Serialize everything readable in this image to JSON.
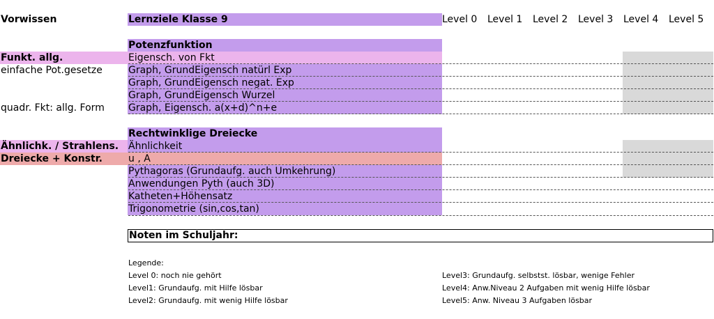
{
  "header": {
    "vorwissen": "Vorwissen",
    "lernziele": "Lernziele Klasse 9",
    "levels": [
      "Level 0",
      "Level 1",
      "Level 2",
      "Level 3",
      "Level 4",
      "Level 5"
    ]
  },
  "section1": {
    "title": "Potenzfunktion",
    "rows": [
      {
        "pre": "Funkt. allg.",
        "goal": "Eigensch. von Fkt"
      },
      {
        "pre": "einfache Pot.gesetze",
        "goal": "Graph, GrundEigensch natürl Exp"
      },
      {
        "pre": "",
        "goal": "Graph, GrundEigensch negat. Exp"
      },
      {
        "pre": "",
        "goal": "Graph, GrundEigensch Wurzel"
      },
      {
        "pre": "quadr. Fkt: allg. Form",
        "goal": "Graph, Eigensch. a(x+d)^n+e"
      }
    ]
  },
  "section2": {
    "title": "Rechtwinklige Dreiecke",
    "rows": [
      {
        "pre": "Ähnlichk. / Strahlens.",
        "goal": "Ähnlichkeit"
      },
      {
        "pre": "Dreiecke + Konstr.",
        "goal": "u , A"
      },
      {
        "pre": "",
        "goal": "Pythagoras (Grundaufg. auch Umkehrung)"
      },
      {
        "pre": "",
        "goal": "Anwendungen Pyth (auch 3D)"
      },
      {
        "pre": "",
        "goal": "Katheten+Höhensatz"
      },
      {
        "pre": "",
        "goal": "Trigonometrie (sin,cos,tan)"
      }
    ]
  },
  "noten": "Noten im Schuljahr:",
  "legend": {
    "title": "Legende:",
    "left": [
      "Level 0: noch nie gehört",
      "Level1: Grundaufg. mit Hilfe lösbar",
      "Level2: Grundaufg. mit wenig Hilfe lösbar"
    ],
    "right": [
      "Level3: Grundaufg. selbstst. lösbar, wenige Fehler",
      "Level4: Anw.Niveau 2 Aufgaben mit wenig Hilfe lösbar",
      "Level5: Anw. Niveau 3 Aufgaben lösbar"
    ]
  },
  "colors": {
    "purple": "#c39cec",
    "pink": "#ecb4ec",
    "salmon": "#eeaaaa",
    "grey": "#d9d9d9"
  }
}
